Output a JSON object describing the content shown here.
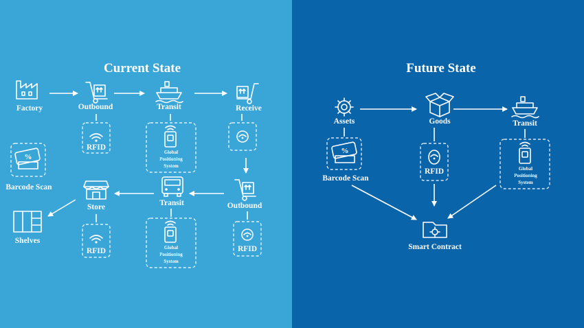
{
  "current": {
    "title": "Current State",
    "factory": "Factory",
    "outbound1": "Outbound",
    "transit1": "Transit",
    "receive": "Receive",
    "rfid_outbound1": "RFID",
    "gps_transit1": [
      "Global",
      "Positioning",
      "System"
    ],
    "barcode": "Barcode Scan",
    "store": "Store",
    "transit2": "Transit",
    "outbound2": "Outbound",
    "shelves": "Shelves",
    "rfid_store": "RFID",
    "gps_transit2": [
      "Global",
      "Positioning",
      "System"
    ],
    "rfid_outbound2": "RFID"
  },
  "future": {
    "title": "Future State",
    "assets": "Assets",
    "goods": "Goods",
    "transit": "Transit",
    "barcode": "Barcode Scan",
    "rfid": "RFID",
    "gps": [
      "Global",
      "Positioning",
      "System"
    ],
    "smart_contract": "Smart Contract"
  },
  "colors": {
    "current_bg": "#3aa6d8",
    "future_bg": "#0a64aa",
    "foreground": "#ffffff"
  }
}
